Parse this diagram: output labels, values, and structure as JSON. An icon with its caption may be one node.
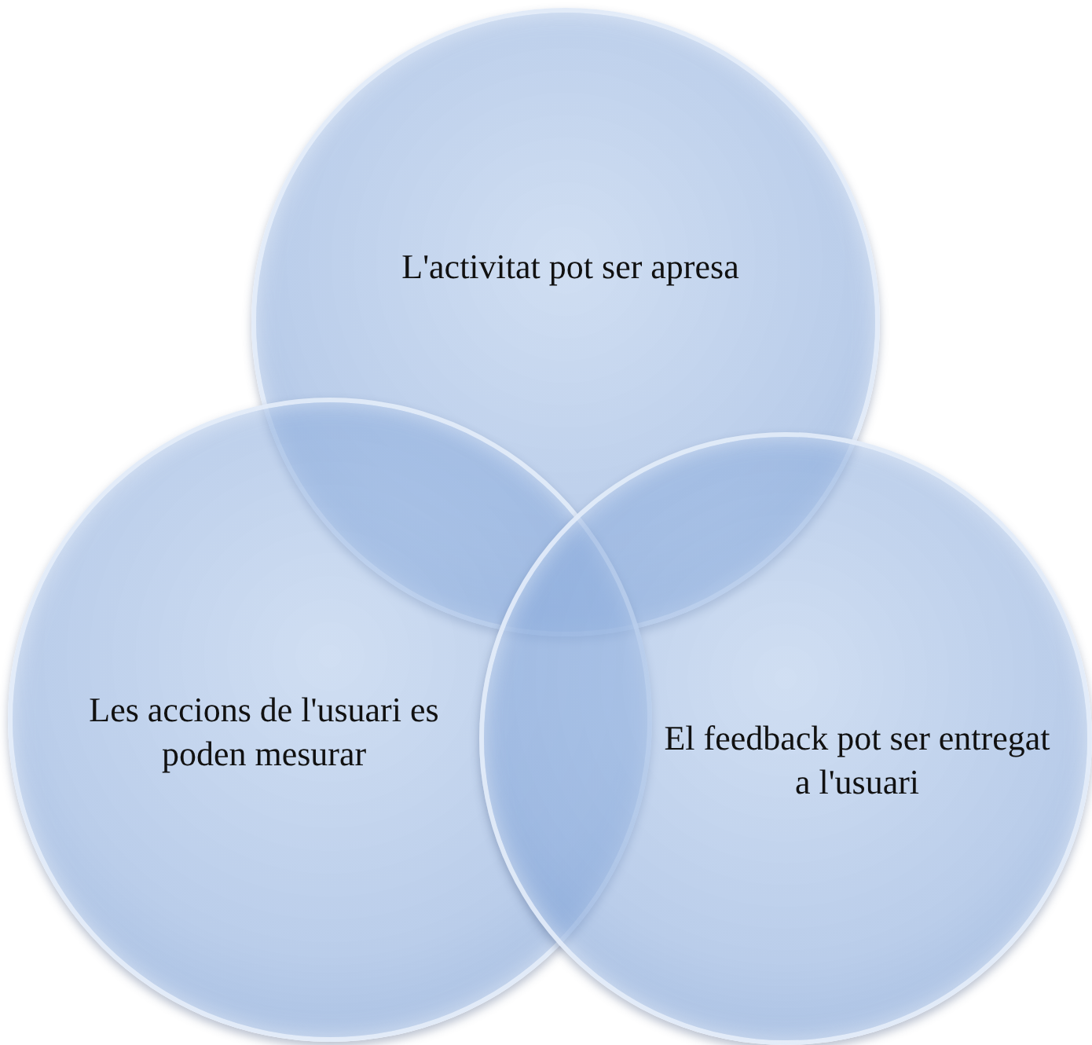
{
  "diagram": {
    "nodes": [
      {
        "text": [
          "L'activitat pot ser apresa"
        ]
      },
      {
        "text": [
          "Les accions de l'usuari es poden mesurar"
        ]
      },
      {
        "text": [
          "El feedback pot ser entregat a l'usuari"
        ]
      }
    ]
  }
}
